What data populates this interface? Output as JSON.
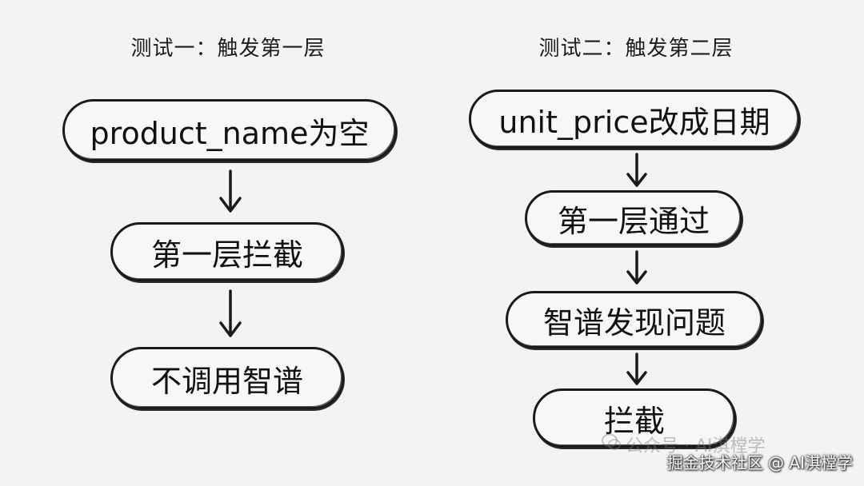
{
  "left": {
    "title": "测试一：触发第一层",
    "steps": [
      "product_name为空",
      "第一层拦截",
      "不调用智谱"
    ]
  },
  "right": {
    "title": "测试二：触发第二层",
    "steps": [
      "unit_price改成日期",
      "第一层通过",
      "智谱发现问题",
      "拦截"
    ]
  },
  "watermark": {
    "faint_text": "公众号 · AI淇樘学",
    "site_text": "掘金技术社区 @ AI淇樘学",
    "icon": "wechat-icon"
  },
  "colors": {
    "background": "#f3f3f1",
    "ink": "#161616"
  }
}
